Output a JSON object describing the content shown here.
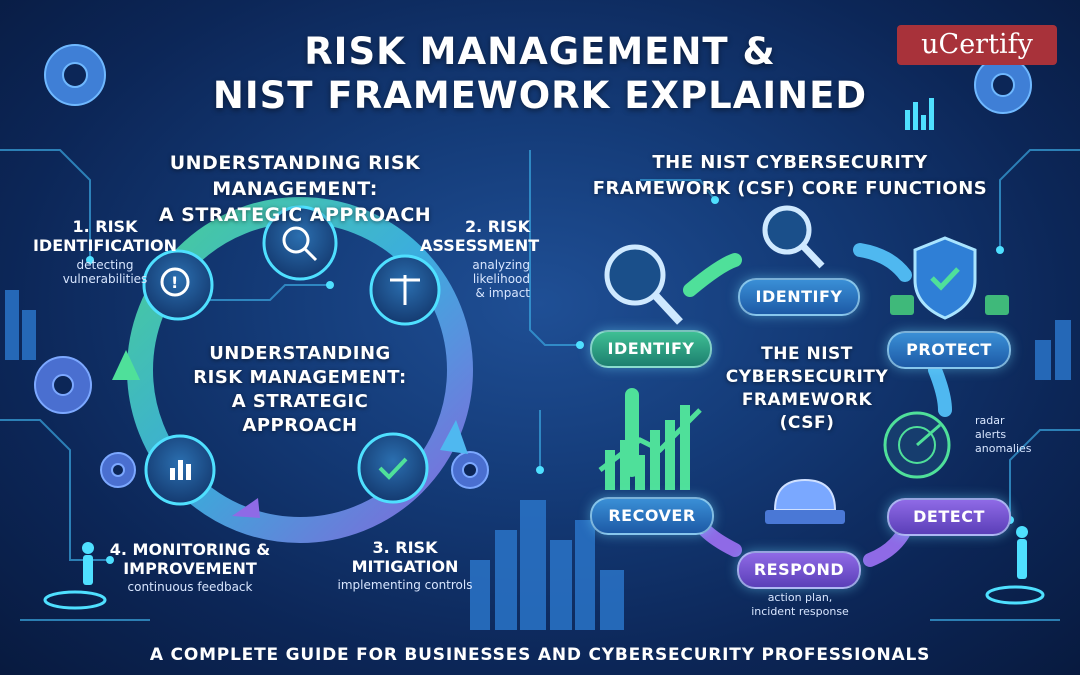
{
  "brand": {
    "logo_text": "uCertify"
  },
  "title": {
    "line1": "RISK MANAGEMENT &",
    "line2": "NIST FRAMEWORK EXPLAINED"
  },
  "left_section": {
    "heading_line1": "UNDERSTANDING RISK MANAGEMENT:",
    "heading_line2": "A STRATEGIC APPROACH",
    "center_line1": "UNDERSTANDING",
    "center_line2": "RISK MANAGEMENT:",
    "center_line3": "A STRATEGIC",
    "center_line4": "APPROACH",
    "steps": [
      {
        "title_line1": "1. RISK",
        "title_line2": "IDENTIFICATION",
        "desc_line1": "detecting",
        "desc_line2": "vulnerabilities"
      },
      {
        "title_line1": "2. RISK",
        "title_line2": "ASSESSMENT",
        "desc_line1": "analyzing",
        "desc_line2": "likelihood",
        "desc_line3": "& impact"
      },
      {
        "title_line1": "3. RISK",
        "title_line2": "MITIGATION",
        "desc_line1": "implementing controls"
      },
      {
        "title_line1": "4. MONITORING &",
        "title_line2": "IMPROVEMENT",
        "desc_line1": "continuous feedback"
      }
    ]
  },
  "right_section": {
    "heading_line1": "THE NIST CYBERSECURITY",
    "heading_line2": "FRAMEWORK (CSF) CORE FUNCTIONS",
    "center_line1": "THE NIST",
    "center_line2": "CYBERSECURITY",
    "center_line3": "FRAMEWORK",
    "center_line4": "(CSF)",
    "functions": {
      "identify_top": "IDENTIFY",
      "identify_left": "IDENTIFY",
      "protect": "PROTECT",
      "detect": "DETECT",
      "respond": "RESPOND",
      "recover": "RECOVER"
    },
    "detect_notes": [
      "radar",
      "alerts",
      "anomalies"
    ],
    "respond_notes": {
      "line1": "action plan,",
      "line2": "incident response"
    }
  },
  "footer": "A COMPLETE GUIDE FOR BUSINESSES AND CYBERSECURITY PROFESSIONALS",
  "colors": {
    "background": "#0c2657",
    "accent_cyan": "#4fe0ff",
    "accent_green": "#3fbf94",
    "accent_purple": "#8f6ae6",
    "brand_red": "#a8323a"
  },
  "icons": [
    "gear-icon",
    "magnifier-chart-icon",
    "scales-icon",
    "warning-magnifier-icon",
    "refresh-chart-icon",
    "checkmark-gear-icon",
    "shield-check-icon",
    "padlock-icon",
    "radar-icon",
    "siren-icon",
    "growth-chart-icon",
    "city-skyline"
  ]
}
